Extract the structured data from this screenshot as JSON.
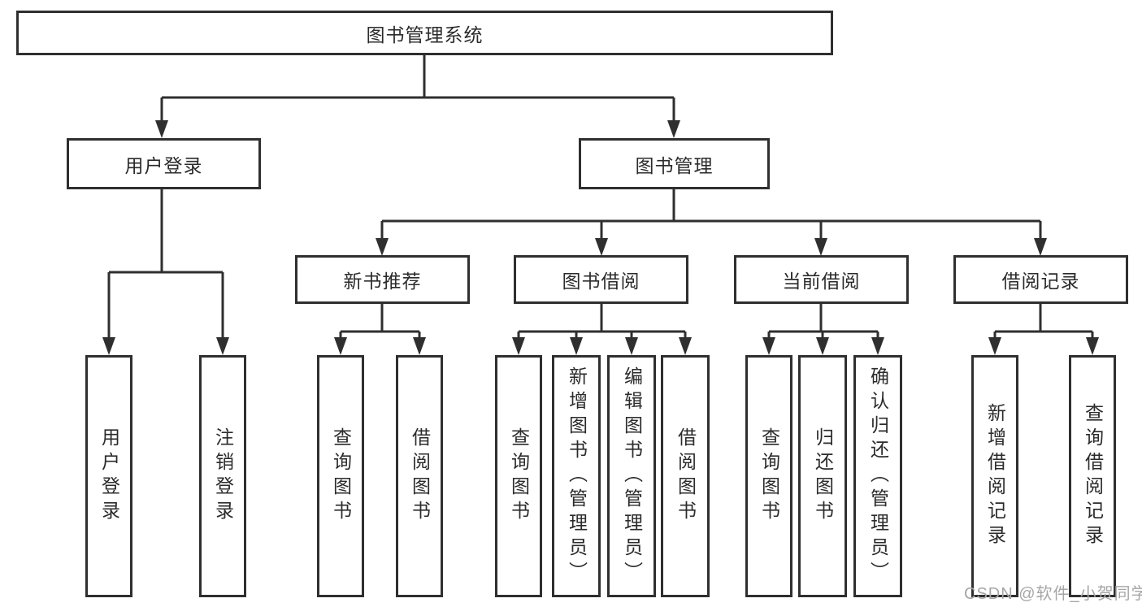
{
  "tree": {
    "label": "图书管理系统",
    "children": [
      {
        "label": "用户登录",
        "children": [
          {
            "label": "用户登录"
          },
          {
            "label": "注销登录"
          }
        ]
      },
      {
        "label": "图书管理",
        "children": [
          {
            "label": "新书推荐",
            "children": [
              {
                "label": "查询图书"
              },
              {
                "label": "借阅图书"
              }
            ]
          },
          {
            "label": "图书借阅",
            "children": [
              {
                "label": "查询图书"
              },
              {
                "label": "新增图书（管理员）"
              },
              {
                "label": "编辑图书（管理员）"
              },
              {
                "label": "借阅图书"
              }
            ]
          },
          {
            "label": "当前借阅",
            "children": [
              {
                "label": "查询图书"
              },
              {
                "label": "归还图书"
              },
              {
                "label": "确认归还（管理员）"
              }
            ]
          },
          {
            "label": "借阅记录",
            "children": [
              {
                "label": "新增借阅记录"
              },
              {
                "label": "查询借阅记录"
              }
            ]
          }
        ]
      }
    ]
  },
  "watermark": {
    "text": "CSDN @软件_小贺同学"
  },
  "colors": {
    "line": "#2f2f2f",
    "text": "#2b2b2b",
    "watermark_text": "#a6a6a6",
    "background": "#ffffff"
  }
}
